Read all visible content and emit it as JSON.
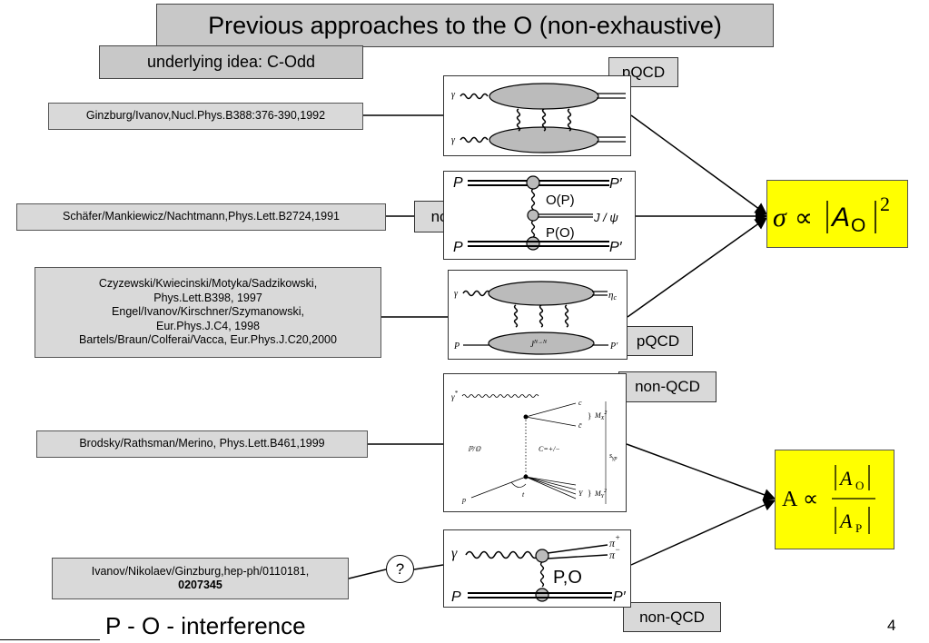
{
  "title": "Previous approaches to the O (non-exhaustive)",
  "subtitle": "underlying idea: C-Odd",
  "tags": {
    "pqcd_top": "pQCD",
    "nonqcd_second": "non-QCD",
    "pqcd_third": "pQCD",
    "nonqcd_fourth": "non-QCD",
    "nonqcd_bottom": "non-QCD"
  },
  "references": {
    "ref1": "Ginzburg/Ivanov,Nucl.Phys.B388:376-390,1992",
    "ref2": "Schäfer/Mankiewicz/Nachtmann,Phys.Lett.B2724,1991",
    "ref3_lines": [
      "Czyzewski/Kwiecinski/Motyka/Sadzikowski,",
      "Phys.Lett.B398, 1997",
      "Engel/Ivanov/Kirschner/Szymanowski,",
      "Eur.Phys.J.C4, 1998",
      "Bartels/Braun/Colferai/Vacca, Eur.Phys.J.C20,2000"
    ],
    "ref4": "Brodsky/Rathsman/Merino, Phys.Lett.B461,1999",
    "ref5_line1": "Ivanov/Nikolaev/Ginzburg,hep-ph/0110181,",
    "ref5_line2": "0207345"
  },
  "question_mark": "?",
  "formula1": {
    "sigma": "σ",
    "prop": "∝",
    "a": "A",
    "sub": "O",
    "exp": "2"
  },
  "formula2": {
    "a": "A",
    "prop": "∝",
    "num_a": "A",
    "num_sub": "O",
    "den_a": "A",
    "den_sub": "P"
  },
  "diagram2": {
    "p_in_top": "P",
    "p_out_top": "P′",
    "p_in_bottom": "P",
    "p_out_bottom": "P′",
    "label_top": "O(P)",
    "label_bottom": "P(O)",
    "jpsi": "J / ψ"
  },
  "diagram1": {
    "gamma_top": "γ",
    "gamma_bottom": "γ"
  },
  "diagram3": {
    "gamma": "γ",
    "eta": "η",
    "eta_sub": "c",
    "p_in": "P",
    "p_out": "P′",
    "blob": "J",
    "blob_sup": "N→N"
  },
  "diagram4": {
    "gamma": "γ",
    "gamma_sup": "*",
    "c": "c",
    "cbar": "c̄",
    "mx": "M",
    "mx_sub": "X",
    "mx_sup": "2",
    "po": "ℙ/𝕆",
    "cpm": "C=+/−",
    "s": "s",
    "s_sub": "γp",
    "p": "p",
    "t": "t",
    "y": "Y",
    "my": "M",
    "my_sub": "Y",
    "my_sup": "2"
  },
  "diagram5": {
    "gamma": "γ",
    "pip": "π",
    "pip_sup": "+",
    "pim": "π",
    "pim_sup": "−",
    "po": "P,O",
    "p_in": "P",
    "p_out": "P′"
  },
  "interference_label": "P - O - interference",
  "page_number": "4",
  "colors": {
    "yellow": "#ffff00",
    "gray": "#d0d0d0"
  }
}
